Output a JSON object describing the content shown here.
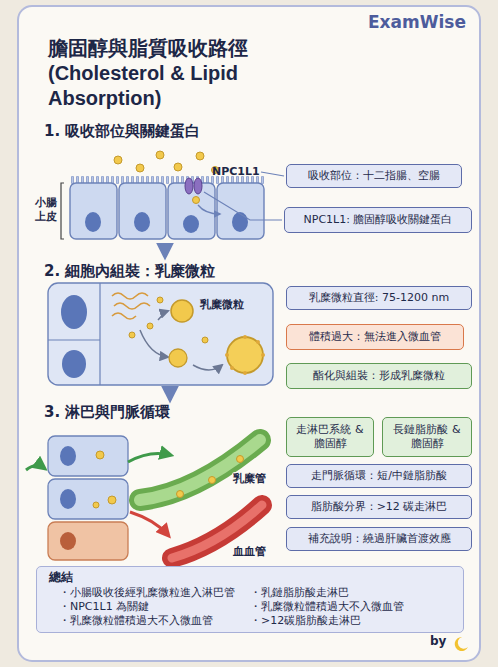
{
  "diagram": {
    "title": "膽固醇與脂質吸收路徑 (Cholesterol & Lipid Absorption)",
    "nodes": [
      {
        "text": [
          "吸收部位：十二指腸、空腸"
        ]
      },
      {
        "text": [
          "NPC1L1: 膽固醇吸收關鍵蛋白"
        ]
      },
      {
        "text": [
          "乳糜微粒直徑: 75-1200 nm"
        ]
      },
      {
        "text": [
          "體積過大：無法進入微血管"
        ]
      },
      {
        "text": [
          "酯化與組裝：形成乳糜微粒"
        ]
      },
      {
        "text": [
          "走淋巴系統 & 膽固醇"
        ]
      },
      {
        "text": [
          "長鏈脂肪酸 & 膽固醇"
        ]
      },
      {
        "text": [
          "走門脈循環：短/中鏈脂肪酸"
        ]
      },
      {
        "text": [
          "脂肪酸分界：>12 碳走淋巴"
        ]
      },
      {
        "text": [
          "補充說明：繞過肝臟首渡效應"
        ]
      },
      {
        "text": [
          "總結",
          "・小腸吸收後經乳糜微粒進入淋巴管",
          "・NPC1L1 為關鍵",
          "・乳糜微粒體積過大不入微血管",
          "・乳鏈脂肪酸走淋巴",
          "・乳糜微粒體積過大不入微血管",
          "・>12碳脂肪酸走淋巴"
        ]
      }
    ],
    "labels": [
      "ExamWise",
      "1. 吸收部位與關鍵蛋白",
      "NPC1L1",
      "小腸 上皮",
      "2. 細胞內組裝：乳糜微粒",
      "乳糜微粒",
      "3. 淋巴與門脈循環",
      "乳糜管",
      "血血管",
      "by"
    ]
  }
}
